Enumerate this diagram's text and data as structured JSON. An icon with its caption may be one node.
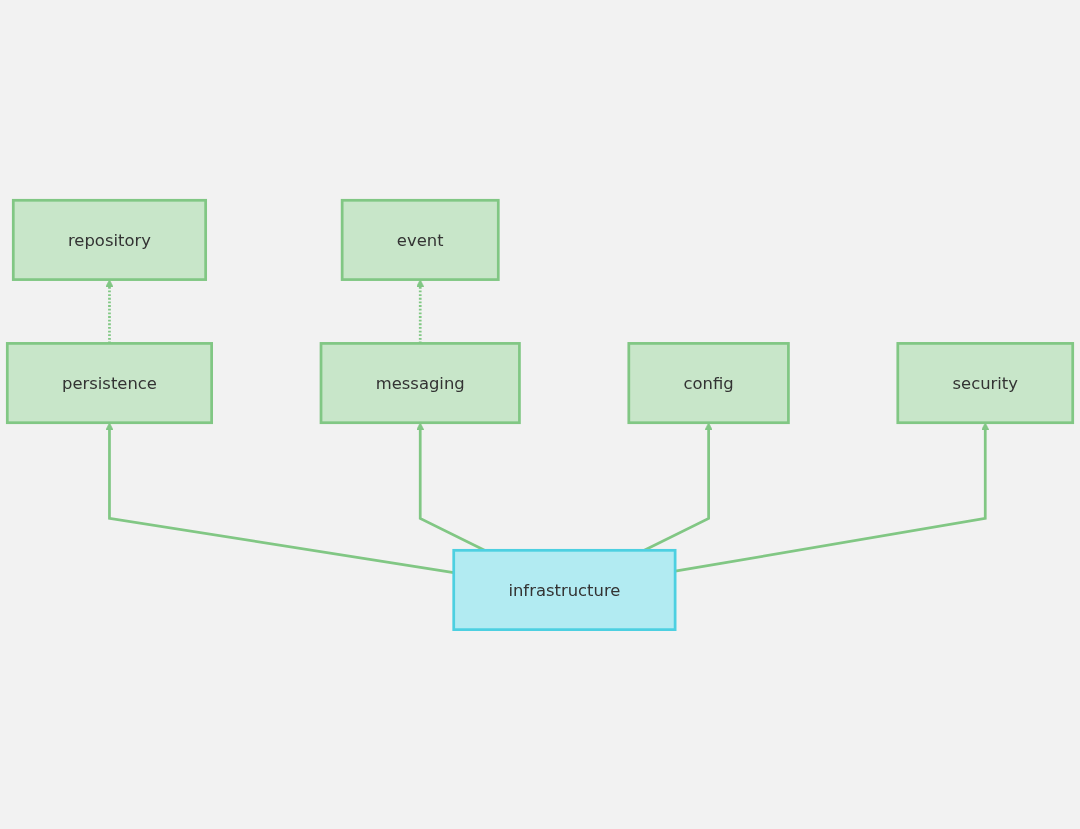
{
  "diagram": {
    "nodes": [
      {
        "text": [
          "repository"
        ]
      },
      {
        "text": [
          "event"
        ]
      },
      {
        "text": [
          "persistence"
        ]
      },
      {
        "text": [
          "messaging"
        ]
      },
      {
        "text": [
          "infrastructure"
        ]
      },
      {
        "text": [
          "config"
        ]
      },
      {
        "text": [
          "security"
        ]
      }
    ],
    "edges": [
      {
        "from": 2,
        "to": 0,
        "arrow": "to",
        "style": "dashed"
      },
      {
        "from": 3,
        "to": 1,
        "arrow": "to",
        "style": "dashed"
      },
      {
        "from": 4,
        "to": 2,
        "arrow": "to"
      },
      {
        "from": 4,
        "to": 3,
        "arrow": "to"
      },
      {
        "from": 4,
        "to": 5,
        "arrow": "to"
      },
      {
        "from": 4,
        "to": 6,
        "arrow": "to"
      }
    ]
  }
}
